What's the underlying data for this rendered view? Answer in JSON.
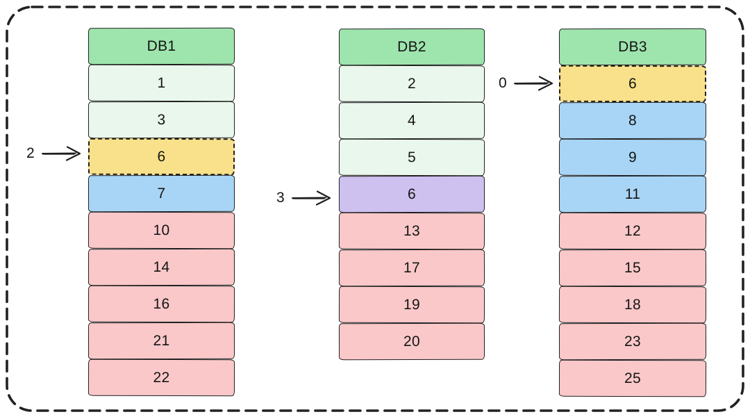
{
  "diagram": {
    "columns": [
      {
        "header": "DB1",
        "cells": [
          {
            "value": "1",
            "color": "light-green",
            "border": "solid"
          },
          {
            "value": "3",
            "color": "light-green",
            "border": "solid"
          },
          {
            "value": "6",
            "color": "yellow",
            "border": "dashed"
          },
          {
            "value": "7",
            "color": "blue",
            "border": "solid"
          },
          {
            "value": "10",
            "color": "pink",
            "border": "solid"
          },
          {
            "value": "14",
            "color": "pink",
            "border": "solid"
          },
          {
            "value": "16",
            "color": "pink",
            "border": "solid"
          },
          {
            "value": "21",
            "color": "pink",
            "border": "solid"
          },
          {
            "value": "22",
            "color": "pink",
            "border": "solid"
          }
        ]
      },
      {
        "header": "DB2",
        "cells": [
          {
            "value": "2",
            "color": "light-green",
            "border": "solid"
          },
          {
            "value": "4",
            "color": "light-green",
            "border": "solid"
          },
          {
            "value": "5",
            "color": "light-green",
            "border": "solid"
          },
          {
            "value": "6",
            "color": "purple",
            "border": "solid"
          },
          {
            "value": "13",
            "color": "pink",
            "border": "solid"
          },
          {
            "value": "17",
            "color": "pink",
            "border": "solid"
          },
          {
            "value": "19",
            "color": "pink",
            "border": "solid"
          },
          {
            "value": "20",
            "color": "pink",
            "border": "solid"
          }
        ]
      },
      {
        "header": "DB3",
        "cells": [
          {
            "value": "6",
            "color": "yellow",
            "border": "dashed"
          },
          {
            "value": "8",
            "color": "blue",
            "border": "solid"
          },
          {
            "value": "9",
            "color": "blue",
            "border": "solid"
          },
          {
            "value": "11",
            "color": "blue",
            "border": "solid"
          },
          {
            "value": "12",
            "color": "pink",
            "border": "solid"
          },
          {
            "value": "15",
            "color": "pink",
            "border": "solid"
          },
          {
            "value": "18",
            "color": "pink",
            "border": "solid"
          },
          {
            "value": "23",
            "color": "pink",
            "border": "solid"
          },
          {
            "value": "25",
            "color": "pink",
            "border": "solid"
          }
        ]
      }
    ],
    "pointers": [
      {
        "label": "2",
        "column": "DB1",
        "target_value": "6"
      },
      {
        "label": "3",
        "column": "DB2",
        "target_value": "6"
      },
      {
        "label": "0",
        "column": "DB3",
        "target_value": "6"
      }
    ],
    "colors": {
      "header_green": "#9ee4ad",
      "light_green": "#e9f7ec",
      "yellow": "#f8e18a",
      "blue": "#a8d5f6",
      "purple": "#cec1f0",
      "pink": "#fac8c9",
      "stroke": "#1e1e1e"
    }
  }
}
